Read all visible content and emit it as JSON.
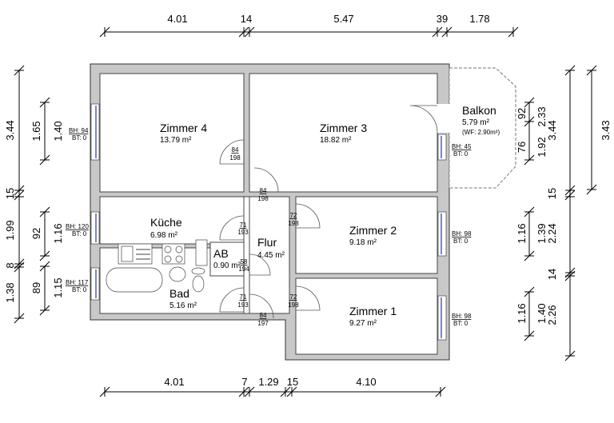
{
  "dimensions": {
    "top": [
      "4.01",
      "14",
      "5.47",
      "39",
      "1.78"
    ],
    "bottom": [
      "4.01",
      "7",
      "1.29",
      "15",
      "4.10"
    ],
    "left_outer": [
      "3.44",
      "15",
      "1.99",
      "8",
      "1.38"
    ],
    "left_inner": [
      [
        "1.65",
        "1.40"
      ],
      [
        "92",
        "1.16"
      ],
      [
        "89",
        "1.15"
      ]
    ],
    "right_outer": [
      "3.44",
      "15",
      "2.24",
      "14",
      "2.26"
    ],
    "right_far": "3.43",
    "right_inner": [
      [
        "92",
        "2.33"
      ],
      [
        "76",
        "1.92"
      ],
      [
        "1.16",
        "1.39"
      ],
      [
        "1.16",
        "1.40"
      ]
    ]
  },
  "rooms": [
    {
      "name": "Zimmer 4",
      "area": "13.79 m²"
    },
    {
      "name": "Zimmer 3",
      "area": "18.82 m²"
    },
    {
      "name": "Küche",
      "area": "6.98 m²"
    },
    {
      "name": "Flur",
      "area": "4.45 m²"
    },
    {
      "name": "AB",
      "area": "0.90 m²"
    },
    {
      "name": "Bad",
      "area": "5.16 m²"
    },
    {
      "name": "Zimmer 2",
      "area": "9.18 m²"
    },
    {
      "name": "Zimmer 1",
      "area": "9.27 m²"
    },
    {
      "name": "Balkon",
      "area": "5.79 m²",
      "note": "(WF: 2.90m²)"
    }
  ],
  "windows": [
    {
      "bh": "BH: 94",
      "bt": "BT: 0"
    },
    {
      "bh": "BH: 120",
      "bt": "BT: 0"
    },
    {
      "bh": "BH: 117",
      "bt": "BT: 0"
    },
    {
      "bh": "BH: 45",
      "bt": "BT: 0"
    },
    {
      "bh": "BH: 98",
      "bt": "BT: 0"
    },
    {
      "bh": "BH: 98",
      "bt": "BT: 0"
    }
  ],
  "doors": [
    {
      "w": "84",
      "h": "198"
    },
    {
      "w": "84",
      "h": "198"
    },
    {
      "w": "71",
      "h": "193"
    },
    {
      "w": "72",
      "h": "198"
    },
    {
      "w": "58",
      "h": "194"
    },
    {
      "w": "71",
      "h": "193"
    },
    {
      "w": "72",
      "h": "198"
    },
    {
      "w": "84",
      "h": "197"
    }
  ]
}
